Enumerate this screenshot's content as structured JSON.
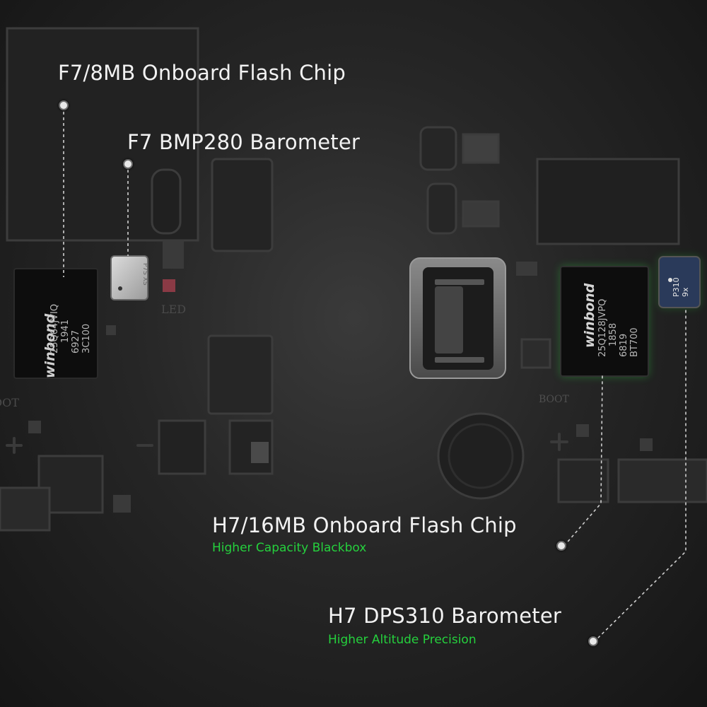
{
  "callouts": {
    "f7_flash": {
      "title": "F7/8MB Onboard Flash Chip"
    },
    "f7_baro": {
      "title": "F7 BMP280 Barometer"
    },
    "h7_flash": {
      "title": "H7/16MB Onboard Flash Chip",
      "subtitle": "Higher Capacity Blackbox"
    },
    "h7_baro": {
      "title": "H7 DPS310 Barometer",
      "subtitle": "Higher Altitude Precision"
    }
  },
  "chips": {
    "f7_flash": {
      "brand": "winbond",
      "lines": [
        "25Q64JVIQ",
        "1941",
        "6927",
        "3C100"
      ]
    },
    "f7_baro": {
      "text": "P7S XS"
    },
    "h7_flash": {
      "brand": "winbond",
      "lines": [
        "25Q128JVPQ",
        "1858",
        "6819",
        "BT700"
      ]
    },
    "h7_baro": {
      "lines": [
        "P310",
        "9x"
      ]
    }
  },
  "silkscreen": {
    "led": "LED",
    "boot_left": "BOOT",
    "boot_right": "BOOT"
  },
  "colors": {
    "accent": "#25d13d",
    "text": "#f2f2f2",
    "chip": "#0d0d0d",
    "glow": "#27e83f"
  }
}
